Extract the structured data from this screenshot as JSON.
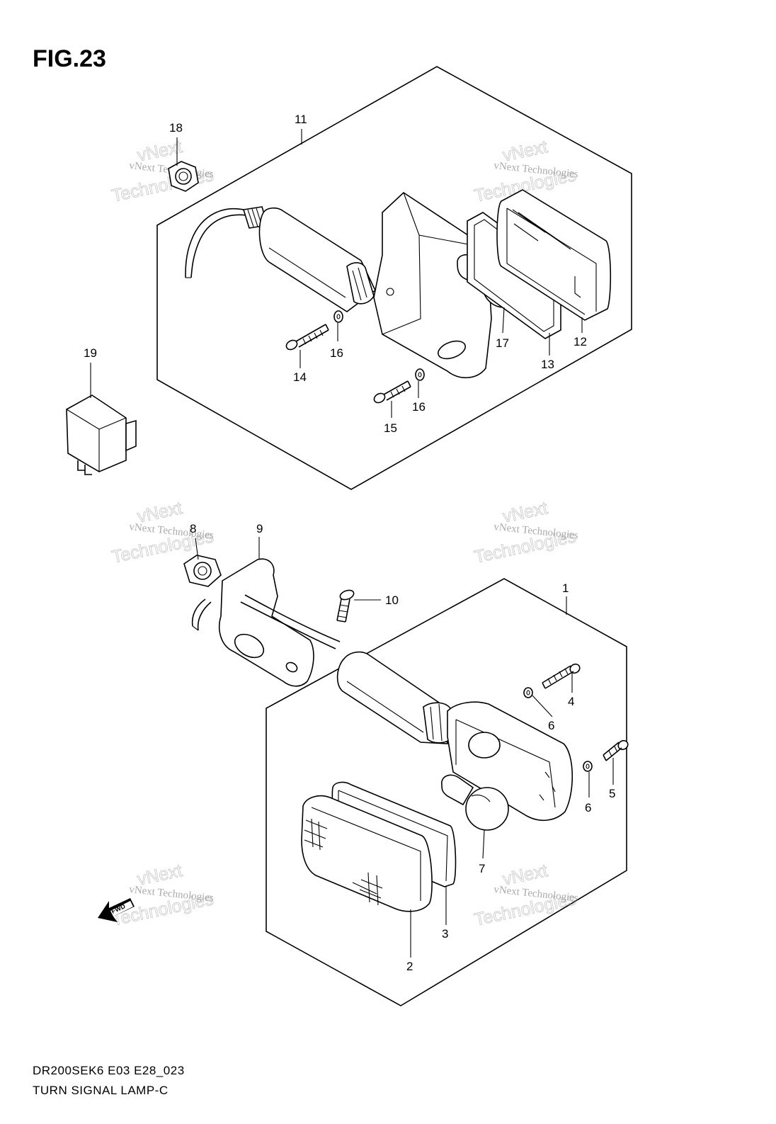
{
  "figure_label": "FIG.23",
  "model_code": "DR200SEK6 E03 E28_023",
  "diagram_title": "TURN SIGNAL LAMP-C",
  "fwd_arrow_label": "FWD",
  "watermark": {
    "line1": "vNext",
    "line2": "vNext Technologies",
    "line3": "Technologies"
  },
  "callouts": {
    "c1": "1",
    "c2": "2",
    "c3": "3",
    "c4": "4",
    "c5": "5",
    "c6a": "6",
    "c6b": "6",
    "c7": "7",
    "c8": "8",
    "c9": "9",
    "c10": "10",
    "c11": "11",
    "c12": "12",
    "c13": "13",
    "c14": "14",
    "c15": "15",
    "c16a": "16",
    "c16b": "16",
    "c17": "17",
    "c18": "18",
    "c19": "19"
  }
}
